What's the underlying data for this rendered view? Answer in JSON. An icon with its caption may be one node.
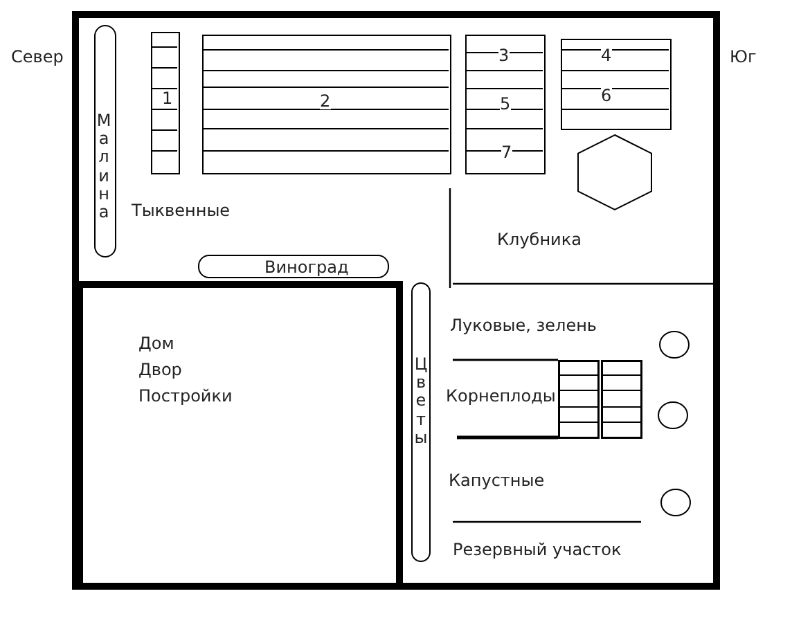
{
  "diagram": {
    "nodes": [
      {
        "text": [],
        "shape": "box"
      },
      {
        "text": [
          "Малина"
        ],
        "in": 0
      },
      {
        "text": [
          "1"
        ],
        "in": 0
      },
      {
        "text": [
          "2"
        ],
        "in": 0
      },
      {
        "text": [
          "3",
          "5",
          "7"
        ],
        "in": 0
      },
      {
        "text": [
          "4",
          "6"
        ],
        "in": 0
      },
      {
        "text": [],
        "shape": "hexagon",
        "in": 0
      },
      {
        "text": [
          "Виноград"
        ],
        "in": 0
      },
      {
        "text": [
          "Дом",
          "Двор",
          "Постройки"
        ],
        "in": 0
      },
      {
        "text": [
          "Цветы"
        ],
        "in": 0
      },
      {
        "text": [],
        "shape": "box",
        "in": 0
      },
      {
        "text": [],
        "shape": "box",
        "in": 0
      },
      {
        "text": [],
        "shape": "circle",
        "in": 0
      },
      {
        "text": [],
        "shape": "circle",
        "in": 0
      },
      {
        "text": [],
        "shape": "circle",
        "in": 0
      }
    ],
    "labels": [
      "Север",
      "Юг",
      "Тыквенные",
      "Клубника",
      "Луковые, зелень",
      "Корнеплоды",
      "Капустные",
      "Резервный участок"
    ]
  }
}
